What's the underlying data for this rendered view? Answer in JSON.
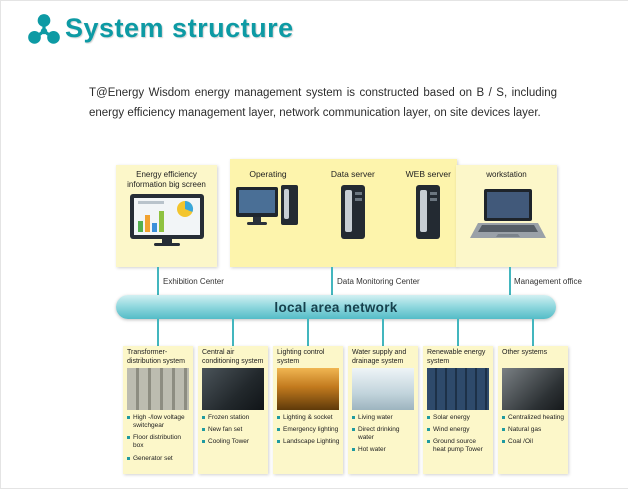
{
  "header": {
    "title": "System structure"
  },
  "intro": {
    "text": "T@Energy Wisdom energy management system is constructed based on B / S, including energy efficiency management layer, network communication layer, on site devices layer."
  },
  "top_nodes": {
    "big_screen": {
      "label": "Energy efficiency information big screen",
      "caption": "Exhibition Center"
    },
    "data_center": {
      "items": [
        {
          "label": "Operating"
        },
        {
          "label": "Data server"
        },
        {
          "label": "WEB server"
        }
      ],
      "caption": "Data Monitoring Center"
    },
    "workstation": {
      "label": "workstation",
      "caption": "Management office"
    }
  },
  "network": {
    "label": "local area network"
  },
  "systems": [
    {
      "title": "Transformer- distribution system",
      "photo": "switchgear-room-photo",
      "bullets": [
        "High -/low voltage switchgear",
        "Floor distribution box",
        "Generator set"
      ]
    },
    {
      "title": "Central air conditioning system",
      "photo": "chiller-plant-photo",
      "bullets": [
        "Frozen station",
        "New fan set",
        "Cooling Tower"
      ]
    },
    {
      "title": "Lighting control system",
      "photo": "lighting-photo",
      "bullets": [
        "Lighting & socket",
        "Emergency lighting",
        "Landscape Lighting"
      ]
    },
    {
      "title": "Water supply and drainage system",
      "photo": "water-faucet-photo",
      "bullets": [
        "Living water",
        "Direct drinking water",
        "Hot water"
      ]
    },
    {
      "title": "Renewable energy system",
      "photo": "solar-panels-photo",
      "bullets": [
        "Solar energy",
        "Wind energy",
        "Ground source heat pump Tower"
      ]
    },
    {
      "title": "Other systems",
      "photo": "other-systems-photo",
      "bullets": [
        "Centralized heating",
        "Natural gas",
        "Coal /Oil"
      ]
    }
  ],
  "colors": {
    "accent_teal": "#0d9aa4",
    "box_yellow": "#fcf7c9",
    "center_box_yellow": "#fdf4ac",
    "connector": "#43b6be",
    "lan_bar_top": "#d2f0f2",
    "lan_bar_bottom": "#54bcc7"
  }
}
